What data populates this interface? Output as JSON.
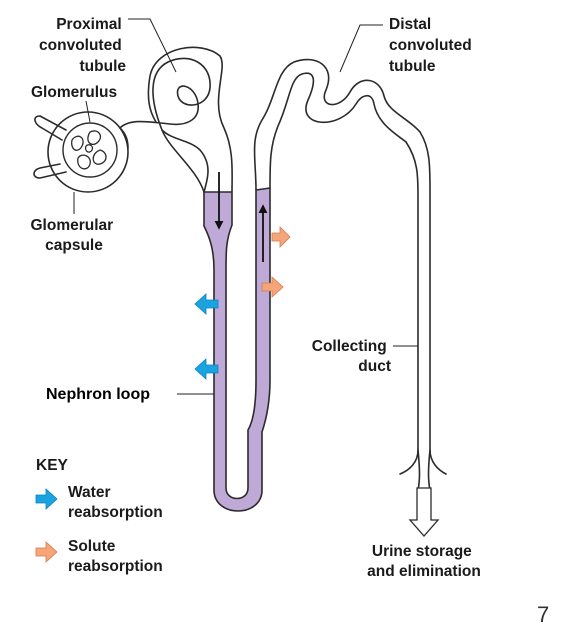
{
  "labels": {
    "proximal": [
      "Proximal",
      "convoluted",
      "tubule"
    ],
    "distal": [
      "Distal",
      "convoluted",
      "tubule"
    ],
    "glomerulus": "Glomerulus",
    "capsule": [
      "Glomerular",
      "capsule"
    ],
    "nephron_loop": "Nephron loop",
    "collecting_duct": [
      "Collecting",
      "duct"
    ],
    "urine": [
      "Urine storage",
      "and elimination"
    ]
  },
  "key": {
    "title": "KEY",
    "water": [
      "Water",
      "reabsorption"
    ],
    "solute": [
      "Solute",
      "reabsorption"
    ]
  },
  "colors": {
    "water": "#1aa3e0",
    "solute": "#f4a57a",
    "loop_fill": "#bfa9d6"
  },
  "page_number": "7"
}
